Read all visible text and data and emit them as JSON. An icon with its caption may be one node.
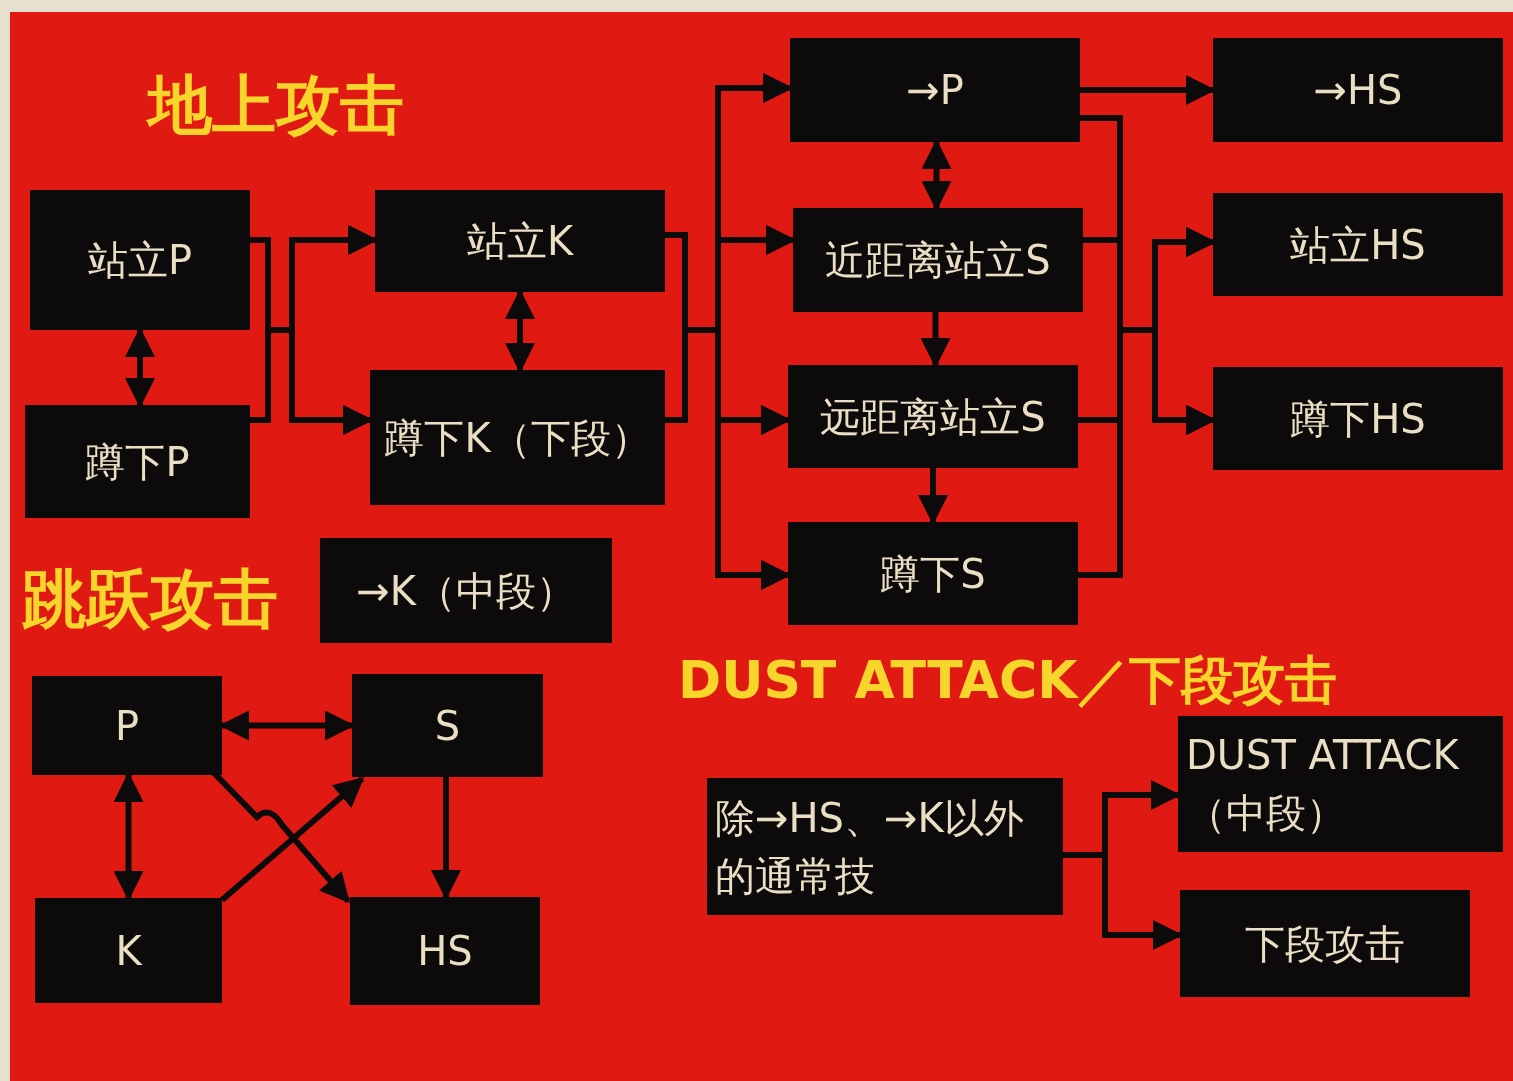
{
  "diagram": {
    "title": "地上攻击",
    "nodes": [
      {
        "text": [
          "站立P"
        ]
      },
      {
        "text": [
          "蹲下P"
        ]
      },
      {
        "text": [
          "站立K"
        ]
      },
      {
        "text": [
          "蹲下K（下段）"
        ]
      },
      {
        "text": [
          "→P"
        ]
      },
      {
        "text": [
          "近距离站立S"
        ]
      },
      {
        "text": [
          "远距离站立S"
        ]
      },
      {
        "text": [
          "蹲下S"
        ]
      },
      {
        "text": [
          "→HS"
        ]
      },
      {
        "text": [
          "站立HS"
        ]
      },
      {
        "text": [
          "蹲下HS"
        ]
      },
      {
        "text": [
          "→K（中段）"
        ]
      },
      {
        "text": [
          "P"
        ]
      },
      {
        "text": [
          "S"
        ]
      },
      {
        "text": [
          "K"
        ]
      },
      {
        "text": [
          "HS"
        ]
      },
      {
        "text": [
          "除→HS、→K以外的通常技"
        ]
      },
      {
        "text": [
          "DUST ATTACK（中段）"
        ]
      },
      {
        "text": [
          "下段攻击"
        ]
      }
    ],
    "edges": [
      {
        "from": 0,
        "to": 1,
        "arrow": "both"
      },
      {
        "from": 0,
        "to": 2,
        "arrow": "to"
      },
      {
        "from": 0,
        "to": 3,
        "arrow": "to"
      },
      {
        "from": 1,
        "to": 2,
        "arrow": "to"
      },
      {
        "from": 1,
        "to": 3,
        "arrow": "to"
      },
      {
        "from": 2,
        "to": 3,
        "arrow": "both"
      },
      {
        "from": 2,
        "to": 4,
        "arrow": "to"
      },
      {
        "from": 2,
        "to": 5,
        "arrow": "to"
      },
      {
        "from": 2,
        "to": 6,
        "arrow": "to"
      },
      {
        "from": 2,
        "to": 7,
        "arrow": "to"
      },
      {
        "from": 3,
        "to": 4,
        "arrow": "to"
      },
      {
        "from": 3,
        "to": 5,
        "arrow": "to"
      },
      {
        "from": 3,
        "to": 6,
        "arrow": "to"
      },
      {
        "from": 3,
        "to": 7,
        "arrow": "to"
      },
      {
        "from": 4,
        "to": 5,
        "arrow": "both"
      },
      {
        "from": 5,
        "to": 6,
        "arrow": "to"
      },
      {
        "from": 6,
        "to": 7,
        "arrow": "to"
      },
      {
        "from": 4,
        "to": 8,
        "arrow": "to"
      },
      {
        "from": 4,
        "to": 9,
        "arrow": "to"
      },
      {
        "from": 4,
        "to": 10,
        "arrow": "to"
      },
      {
        "from": 5,
        "to": 9,
        "arrow": "to"
      },
      {
        "from": 5,
        "to": 10,
        "arrow": "to"
      },
      {
        "from": 6,
        "to": 9,
        "arrow": "to"
      },
      {
        "from": 6,
        "to": 10,
        "arrow": "to"
      },
      {
        "from": 7,
        "to": 9,
        "arrow": "to"
      },
      {
        "from": 7,
        "to": 10,
        "arrow": "to"
      },
      {
        "from": 12,
        "to": 13,
        "arrow": "both"
      },
      {
        "from": 12,
        "to": 14,
        "arrow": "both"
      },
      {
        "from": 12,
        "to": 15,
        "arrow": "to"
      },
      {
        "from": 14,
        "to": 13,
        "arrow": "to"
      },
      {
        "from": 13,
        "to": 15,
        "arrow": "to"
      },
      {
        "from": 16,
        "to": 17,
        "arrow": "to"
      },
      {
        "from": 16,
        "to": 18,
        "arrow": "to"
      }
    ],
    "labels": [
      "跳跃攻击",
      "DUST ATTACK／下段攻击"
    ]
  }
}
